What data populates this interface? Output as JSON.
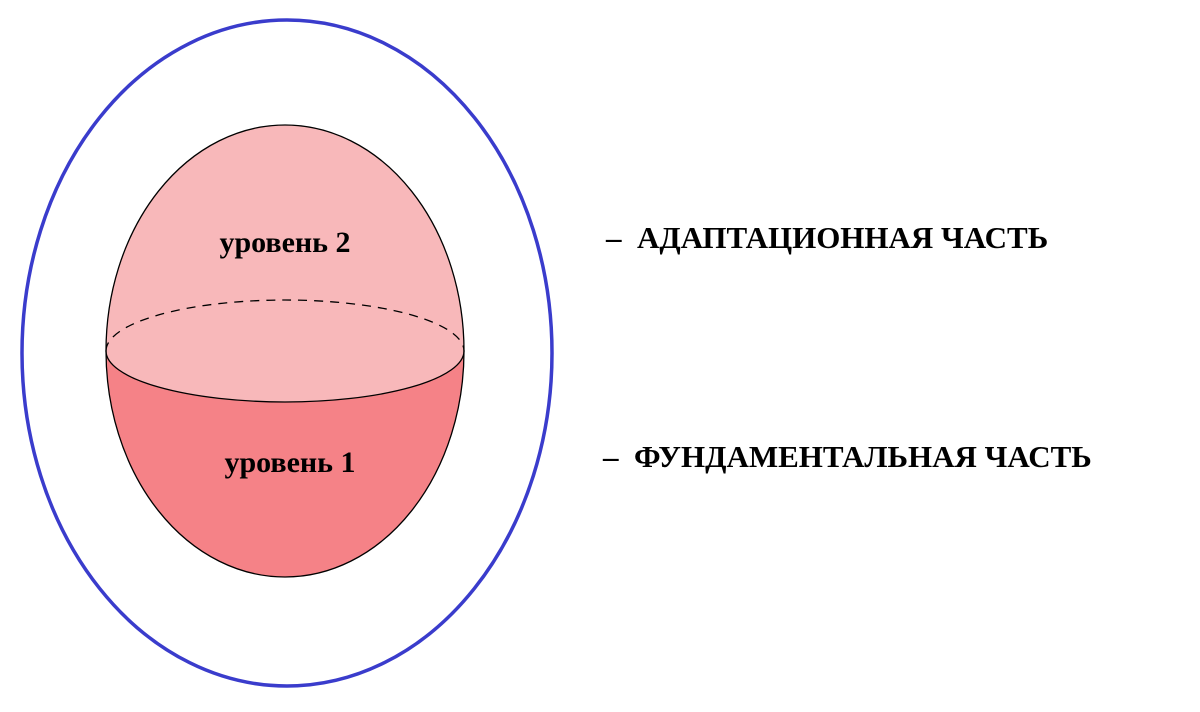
{
  "colors": {
    "outer_outline": "#3a3ccc",
    "upper_fill": "#f8b8ba",
    "lower_fill": "#f58287",
    "stroke": "#000000"
  },
  "levels": {
    "upper": {
      "label": "уровень 2"
    },
    "lower": {
      "label": "уровень 1"
    }
  },
  "legend": {
    "upper": {
      "dash": "–",
      "label": "АДАПТАЦИОННАЯ ЧАСТЬ"
    },
    "lower": {
      "dash": "–",
      "label": "ФУНДАМЕНТАЛЬНАЯ ЧАСТЬ"
    }
  }
}
